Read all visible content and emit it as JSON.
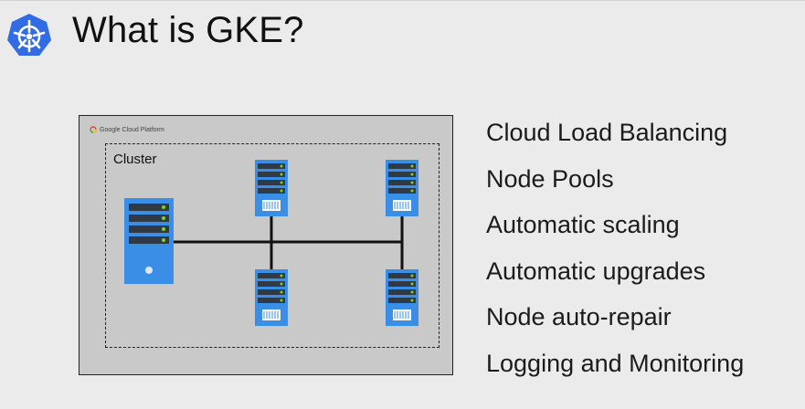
{
  "header": {
    "title": "What is GKE?",
    "logo_icon": "kubernetes-helm-icon"
  },
  "diagram": {
    "provider_label": "Google Cloud Platform",
    "provider_icon": "google-cloud-logo-icon",
    "cluster_label": "Cluster",
    "master_icon": "server-tower-icon",
    "node_icon": "server-rack-icon",
    "node_count": 4
  },
  "features": [
    "Cloud Load Balancing",
    "Node Pools",
    "Automatic scaling",
    "Automatic upgrades",
    "Node auto-repair",
    "Logging and Monitoring"
  ],
  "colors": {
    "server_blue": "#3a8ee6",
    "server_dark": "#2f3a45",
    "led_green": "#7ed321",
    "kubernetes_blue": "#326ce5"
  }
}
